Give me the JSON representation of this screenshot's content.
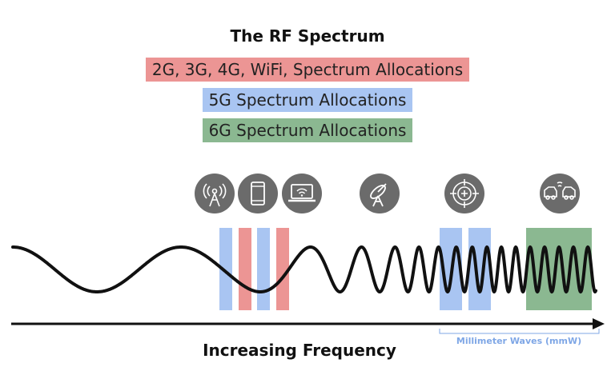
{
  "title": "The RF Spectrum",
  "legend": {
    "legacy": "2G, 3G, 4G, WiFi, Spectrum Allocations",
    "five_g": "5G Spectrum Allocations",
    "six_g": "6G Spectrum Allocations"
  },
  "colors": {
    "legacy": "#ec9594",
    "five_g": "#a9c5f2",
    "six_g": "#8bb891",
    "icon_circle": "#6b6b6b",
    "wave": "#111111"
  },
  "icons": [
    "cell-tower-icon",
    "smartphone-icon",
    "laptop-wifi-icon",
    "satellite-dish-icon",
    "radar-icon",
    "vehicle-communication-icon"
  ],
  "axis_label": "Increasing Frequency",
  "mmw_label": "Millimeter Waves (mmW)"
}
